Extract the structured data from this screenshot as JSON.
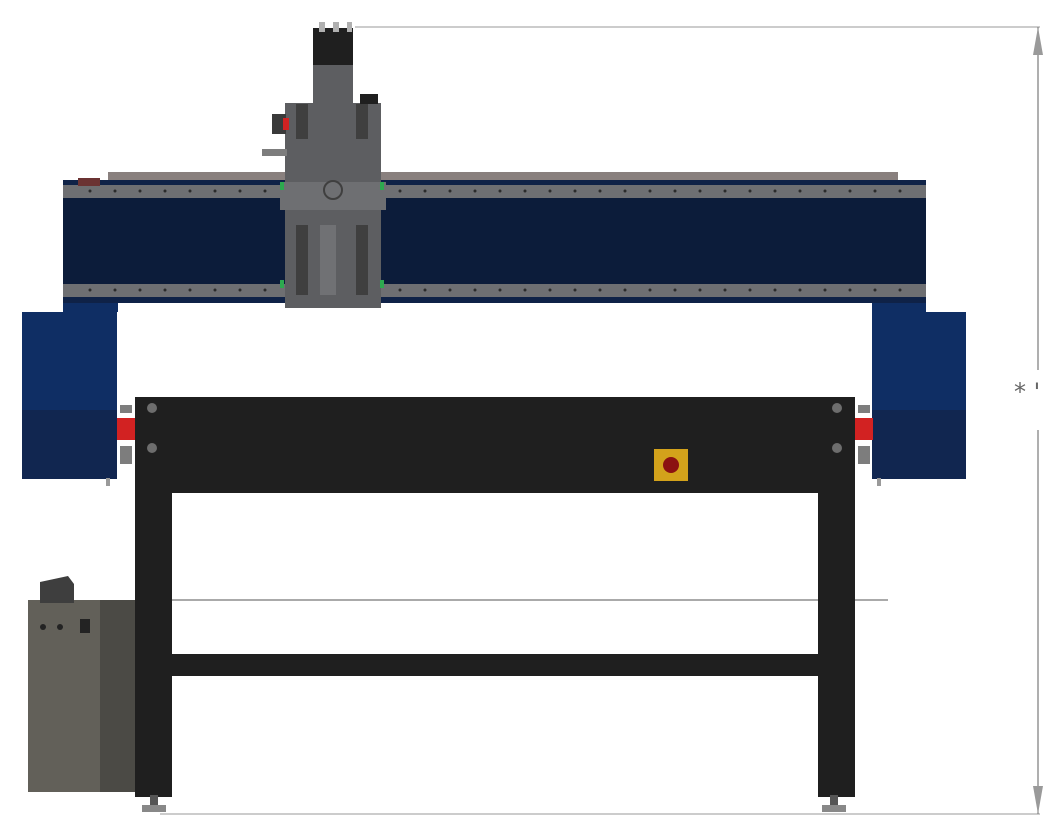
{
  "dimension": {
    "label": "* '"
  },
  "colors": {
    "background": "#ffffff",
    "frame_black": "#1f1f1f",
    "beam_navy": "#0f2247",
    "beam_navy_dark": "#0c1c3a",
    "side_panel_blue": "#0f2e64",
    "side_panel_lower": "#112650",
    "rail_gray": "#6e6f72",
    "carriage_gray": "#5d5e61",
    "control_box": "#626059",
    "estop_yellow": "#d3a21b",
    "estop_red": "#8b1111",
    "dim_line": "#9a9a9a",
    "accent_green": "#2da94f",
    "accent_red": "#d22222"
  },
  "icons": [
    "gantry-beam",
    "spindle-carriage",
    "side-panel",
    "table-frame",
    "control-box",
    "emergency-stop"
  ]
}
